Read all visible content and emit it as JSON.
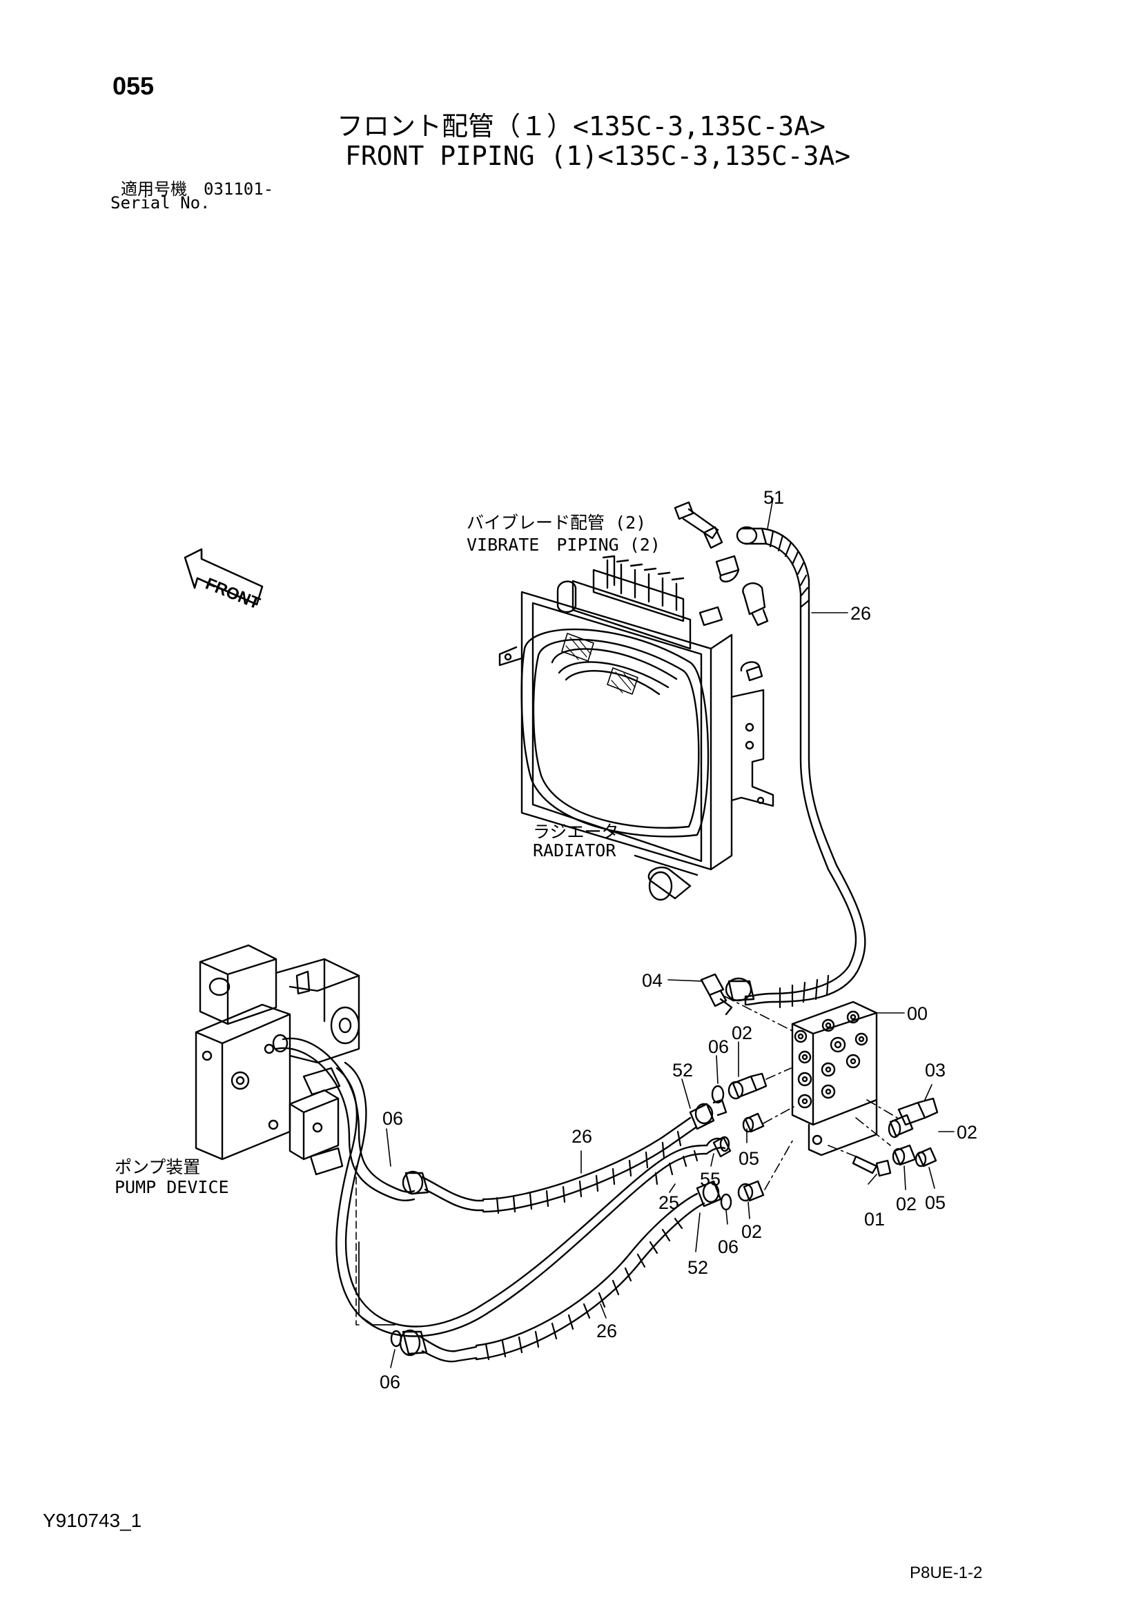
{
  "header": {
    "page_number": "055",
    "title_jp": "フロント配管（１）<135C-3,135C-3A>",
    "title_en": "FRONT PIPING (1)<135C-3,135C-3A>",
    "serial_label_jp": "適用号機　031101-",
    "serial_label_en": "Serial No."
  },
  "labels": {
    "vibrate_piping_jp": "バイブレード配管 (2)",
    "vibrate_piping_en": "VIBRATE　PIPING (2)",
    "front_arrow": "FRONT",
    "radiator_jp": "ラジエータ",
    "radiator_en": "RADIATOR",
    "pump_device_jp": "ポンプ装置",
    "pump_device_en": "PUMP DEVICE"
  },
  "callouts": {
    "c51": "51",
    "c26_top": "26",
    "c04": "04",
    "c00": "00",
    "c02_a": "02",
    "c06_a": "06",
    "c52_a": "52",
    "c03": "03",
    "c02_b": "02",
    "c06_b": "06",
    "c26_mid": "26",
    "c05_a": "05",
    "c55": "55",
    "c25": "25",
    "c01": "01",
    "c02_c": "02",
    "c05_b": "05",
    "c02_d": "02",
    "c06_c": "06",
    "c52_b": "52",
    "c26_bot": "26",
    "c06_d": "06"
  },
  "footer": {
    "doc_code": "Y910743_1",
    "sheet_code": "P8UE-1-2"
  }
}
